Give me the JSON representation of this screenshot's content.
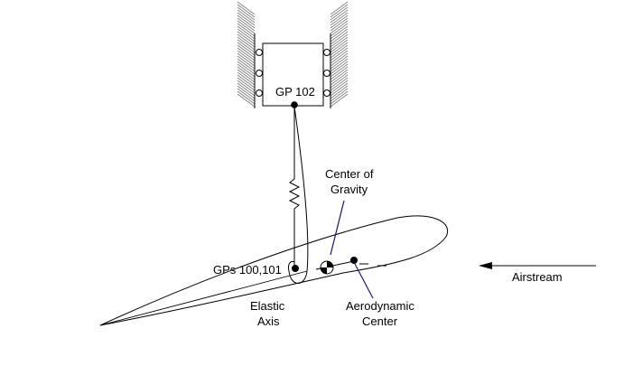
{
  "labels": {
    "gp102": "GP 102",
    "gps": "GPs 100,101",
    "cg_line1": "Center of",
    "cg_line2": "Gravity",
    "elastic_line1": "Elastic",
    "elastic_line2": "Axis",
    "aero_line1": "Aerodynamic",
    "aero_line2": "Center",
    "airstream": "Airstream"
  },
  "colors": {
    "line": "#000000",
    "hatch": "#7a7a7a",
    "leader": "#1a1a6e"
  }
}
